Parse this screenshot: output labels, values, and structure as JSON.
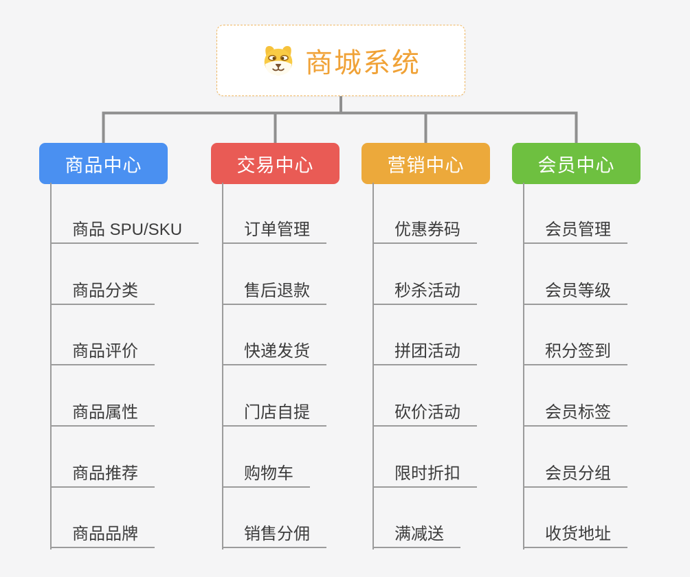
{
  "colors": {
    "background": "#F5F5F6",
    "connector": "#8F8F8F",
    "underline": "#9B9B9B",
    "child_text": "#3C3C3C",
    "root_accent": "#F0A237",
    "root_border": "#F0B761"
  },
  "root": {
    "title": "商城系统",
    "icon": "dog-face-icon"
  },
  "branches": [
    {
      "label": "商品中心",
      "color": "#4A90F1",
      "children": [
        "商品 SPU/SKU",
        "商品分类",
        "商品评价",
        "商品属性",
        "商品推荐",
        "商品品牌"
      ]
    },
    {
      "label": "交易中心",
      "color": "#E95B55",
      "children": [
        "订单管理",
        "售后退款",
        "快递发货",
        "门店自提",
        "购物车",
        "销售分佣"
      ]
    },
    {
      "label": "营销中心",
      "color": "#ECA93B",
      "children": [
        "优惠券码",
        "秒杀活动",
        "拼团活动",
        "砍价活动",
        "限时折扣",
        "满减送"
      ]
    },
    {
      "label": "会员中心",
      "color": "#6EC040",
      "children": [
        "会员管理",
        "会员等级",
        "积分签到",
        "会员标签",
        "会员分组",
        "收货地址"
      ]
    }
  ]
}
